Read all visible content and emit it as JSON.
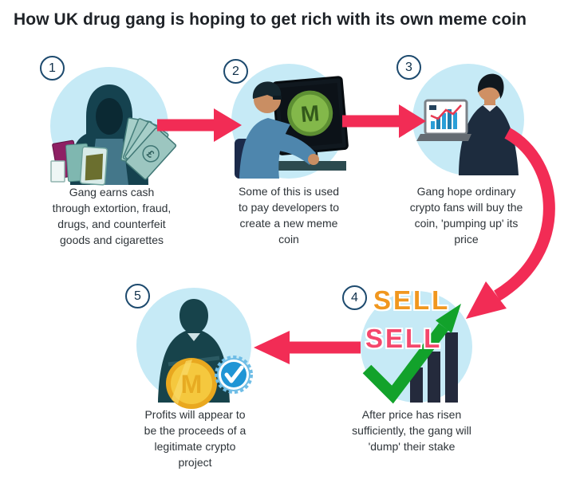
{
  "title": "How UK drug gang is hoping to get rich with its own meme coin",
  "coin_letter": "M",
  "steps": [
    {
      "number": "1",
      "caption": "Gang earns cash through extortion, fraud, drugs, and counterfeit goods and cigarettes",
      "icon": "hooded-gang-member-with-cash-and-contraband"
    },
    {
      "number": "2",
      "caption": "Some of this is used to pay developers to create a new meme coin",
      "icon": "developer-at-monitor-with-meme-coin"
    },
    {
      "number": "3",
      "caption": "Gang hope ordinary crypto fans will buy the coin, 'pumping up' its price",
      "icon": "investor-holding-laptop-rising-chart"
    },
    {
      "number": "4",
      "caption": "After price has risen sufficiently, the gang will 'dump' their stake",
      "icon": "sell-sell-pump-chart",
      "labels": [
        "SELL",
        "SELL"
      ]
    },
    {
      "number": "5",
      "caption": "Profits will appear to be the proceeds of a legitimate crypto project",
      "icon": "businessman-gold-coin-verified-badge"
    }
  ],
  "colors": {
    "arrow": "#f22c55",
    "circle_bg": "#c6eaf6",
    "sell_orange": "#f0971f",
    "sell_pink": "#f4476c",
    "chart_green": "#12a22b",
    "chart_bars": "#242a3c",
    "meme_coin_green": "#83b84a",
    "coin_gold": "#f5c83e",
    "verified_badge_blue": "#2095d5",
    "number_ring_navy": "#1d4a6e"
  }
}
